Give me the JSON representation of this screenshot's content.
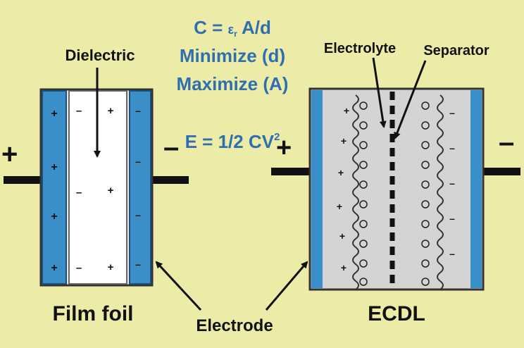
{
  "colors": {
    "background": "#ececa8",
    "electrode_blue": "#3a8fc8",
    "film_white": "#ffffff",
    "electrolyte_gray": "#d4d4d4",
    "equation_blue": "#2f6fb0",
    "text_dark": "#111111"
  },
  "equations": {
    "capacitance_prefix": "C = ",
    "epsilon_symbol": "ε",
    "epsilon_sub": "r",
    "capacitance_suffix": " A/d",
    "minimize": "Minimize (d)",
    "maximize": "Maximize (A)",
    "energy": "E = 1/2 CV",
    "energy_exp": "2"
  },
  "labels": {
    "dielectric": "Dielectric",
    "film_foil": "Film foil",
    "electrode": "Electrode",
    "electrolyte": "Electrolyte",
    "separator": "Separator",
    "ecdl": "ECDL"
  },
  "signs": {
    "plus": "+",
    "minus": "–",
    "left_plus": "+",
    "left_minus": "–",
    "right_plus": "+",
    "right_minus": "–"
  }
}
